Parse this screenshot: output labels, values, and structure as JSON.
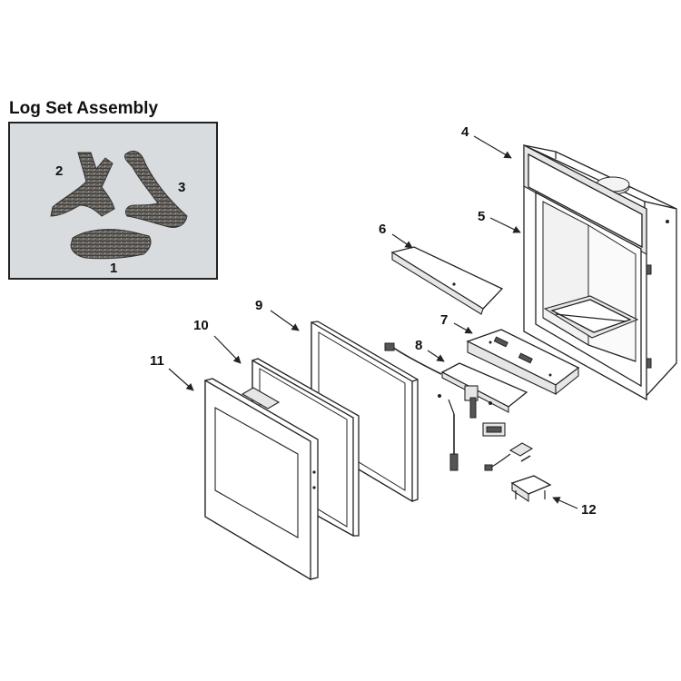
{
  "inset": {
    "title": "Log Set Assembly",
    "callouts": [
      "1",
      "2",
      "3"
    ]
  },
  "callouts": [
    "4",
    "5",
    "6",
    "7",
    "8",
    "9",
    "10",
    "11",
    "12"
  ]
}
